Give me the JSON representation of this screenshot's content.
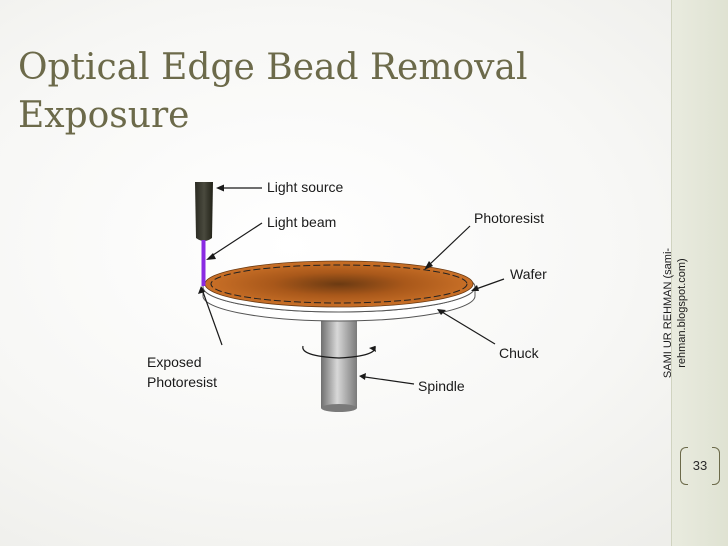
{
  "slide": {
    "title_line1": "Optical Edge Bead Removal",
    "title_line2": "Exposure",
    "sidebar_text_line1": "SAMI UR REHMAN (sami-",
    "sidebar_text_line2": "rehman.blogspot.com)",
    "page_number": "33"
  },
  "diagram": {
    "labels": {
      "light_source": "Light source",
      "light_beam": "Light beam",
      "photoresist": "Photoresist",
      "wafer": "Wafer",
      "chuck": "Chuck",
      "spindle": "Spindle",
      "exposed_line1": "Exposed",
      "exposed_line2": "Photoresist"
    }
  },
  "colors": {
    "title": "#6c6a4a",
    "wafer_orange": "#c8691c",
    "light_beam": "#8a2be2",
    "sidebar": "#e4e6d8"
  }
}
